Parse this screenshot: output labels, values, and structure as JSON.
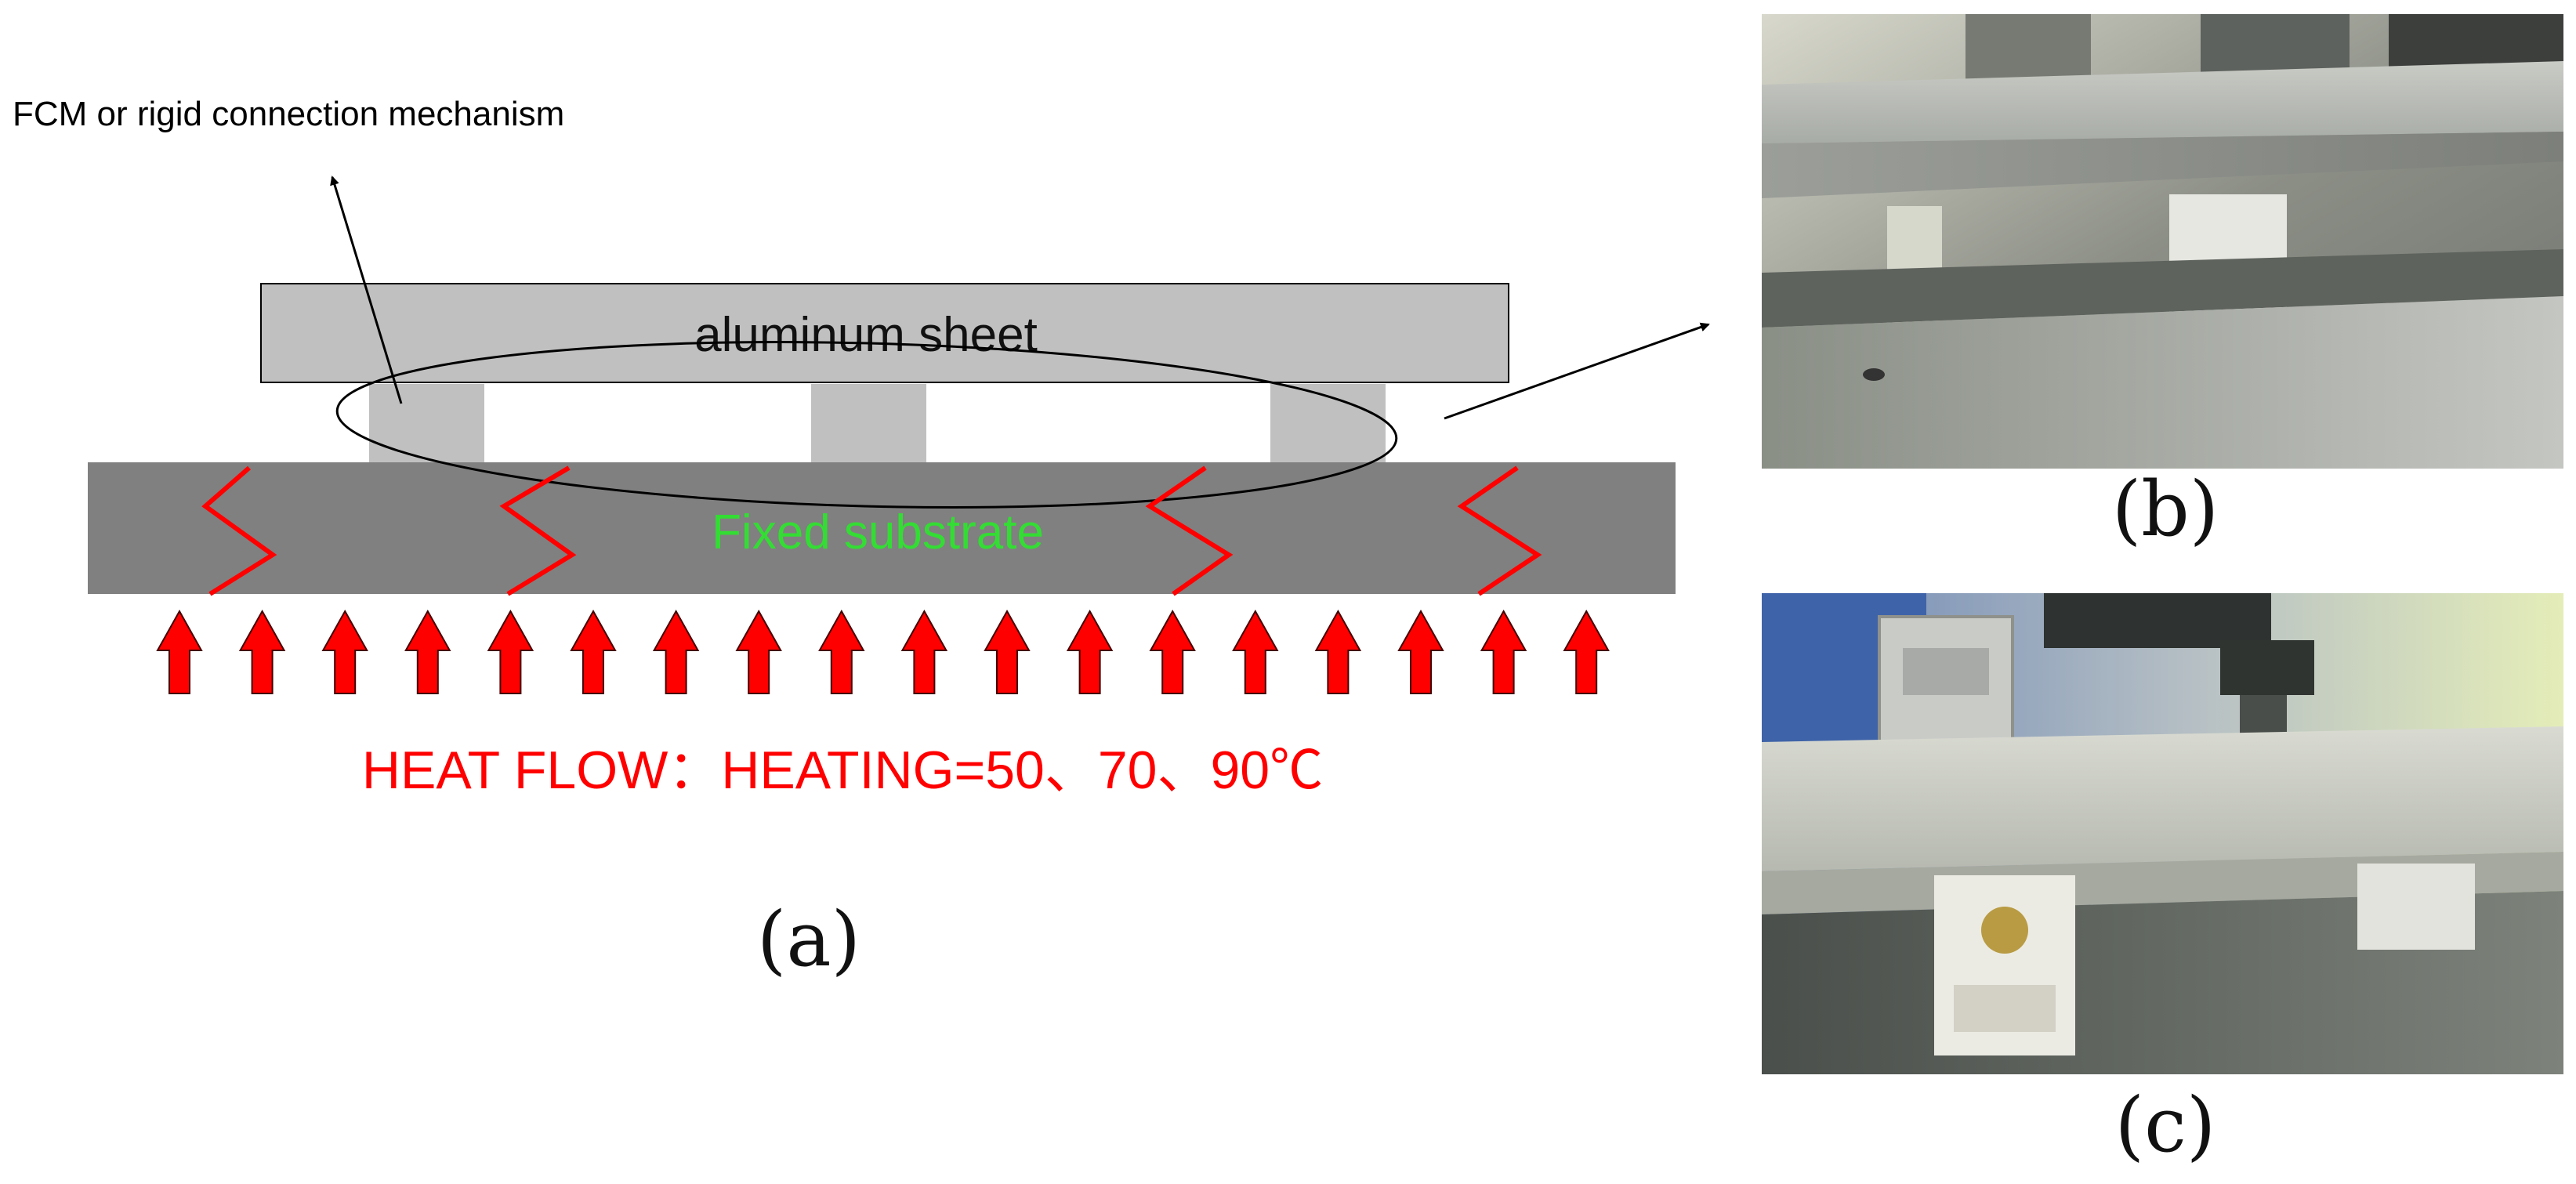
{
  "panel_a": {
    "caption": "(a)",
    "top_label": "FCM or rigid connection mechanism",
    "sheet_label": "aluminum sheet",
    "substrate_label": "Fixed substrate",
    "heat_label": "HEAT FLOW：HEATING=50、70、90℃",
    "colors": {
      "sheet": "#c0c0c0",
      "support": "#c0c0c0",
      "substrate": "#808080",
      "heat": "#ff0000",
      "substrate_text": "#33dd33"
    }
  },
  "panel_b": {
    "caption": "(b)"
  },
  "panel_c": {
    "caption": "(c)"
  }
}
